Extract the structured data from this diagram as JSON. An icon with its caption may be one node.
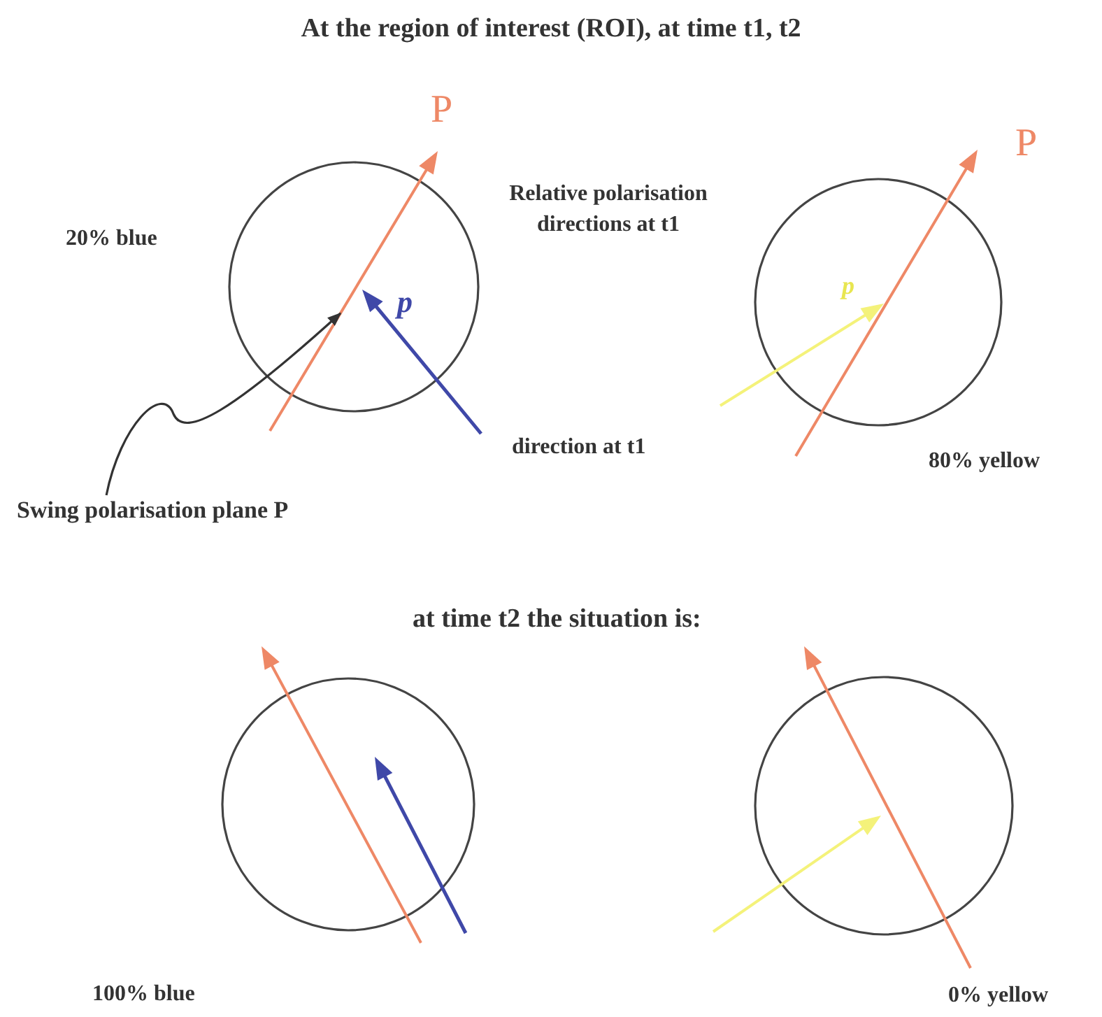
{
  "diagram": {
    "title": "At the region of interest (ROI), at time t1, t2",
    "nodes": [
      {
        "text": [
          "Swing polarisation plane P"
        ]
      },
      {
        "text": [],
        "shape": "arrow"
      },
      {
        "text": [],
        "shape": "arrow"
      },
      {
        "text": [],
        "shape": "arrow"
      },
      {
        "text": [],
        "shape": "arrow"
      }
    ],
    "edges": [
      {
        "from": 0,
        "to": 1,
        "arrow": "to"
      }
    ],
    "labels": [
      "P",
      "Relative polarisation directions at t1",
      "P",
      "20% blue",
      "p",
      "p",
      "direction at t1",
      "80% yellow",
      "at time t2 the situation is:",
      "100% blue",
      "0% yellow"
    ]
  }
}
